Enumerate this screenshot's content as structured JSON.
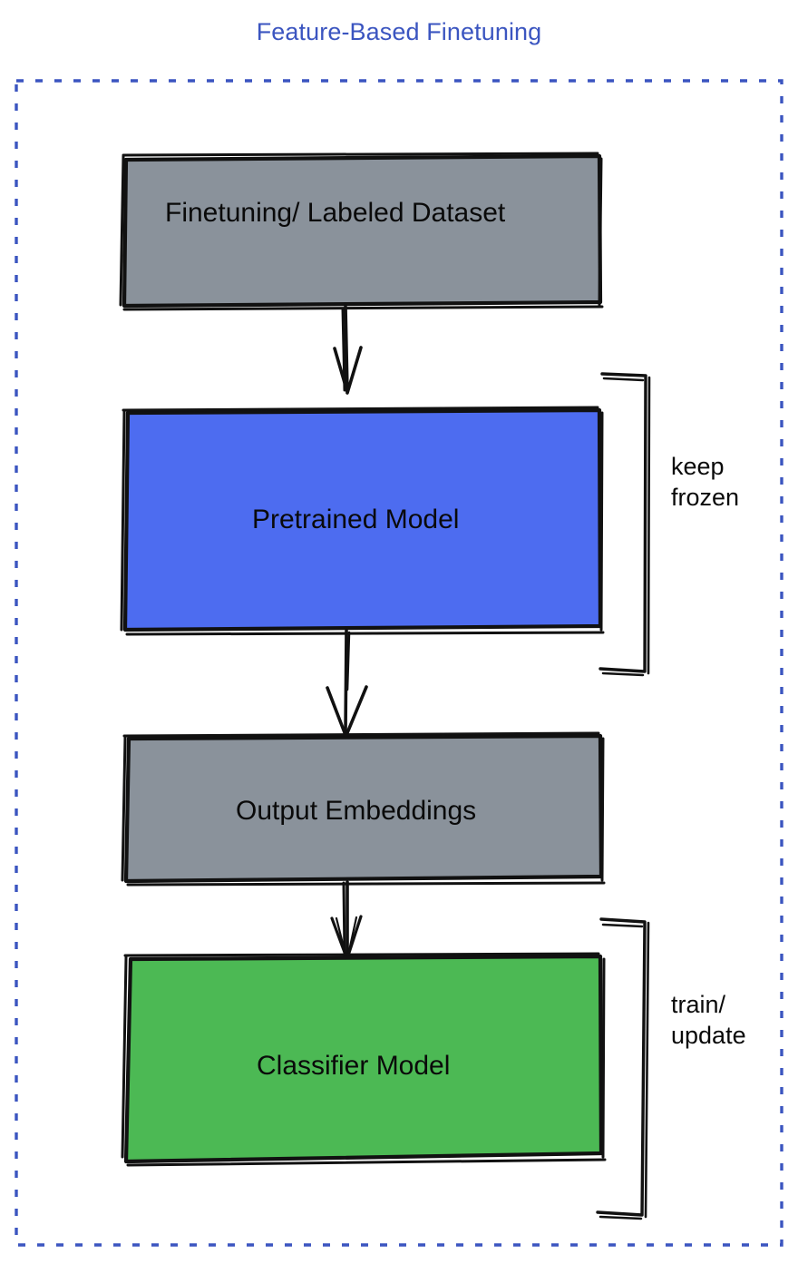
{
  "diagram": {
    "title": "Feature-Based Finetuning",
    "title_color": "#3b55c0",
    "container_border_color": "#3b55c0",
    "background": "#ffffff",
    "nodes": [
      {
        "id": "dataset",
        "label": "Finetuning/ Labeled Dataset",
        "fill": "#8a929b",
        "stroke": "#0a0a0a",
        "text_color": "#0a0a0a"
      },
      {
        "id": "pretrained",
        "label": "Pretrained Model",
        "fill": "#4d6cf0",
        "stroke": "#0a0a0a",
        "text_color": "#0a0a0a"
      },
      {
        "id": "embeddings",
        "label": "Output Embeddings",
        "fill": "#8a929b",
        "stroke": "#0a0a0a",
        "text_color": "#0a0a0a"
      },
      {
        "id": "classifier",
        "label": "Classifier Model",
        "fill": "#4cb954",
        "stroke": "#0a0a0a",
        "text_color": "#0a0a0a"
      }
    ],
    "edges": [
      {
        "id": "dataset-to-pretrained",
        "from": "dataset",
        "to": "pretrained",
        "style": "arrow-down"
      },
      {
        "id": "pretrained-to-embeddings",
        "from": "pretrained",
        "to": "embeddings",
        "style": "arrow-down"
      },
      {
        "id": "embeddings-to-classifier",
        "from": "embeddings",
        "to": "classifier",
        "style": "arrow-down"
      }
    ],
    "annotations": [
      {
        "id": "keep-frozen",
        "line1": "keep",
        "line2": "frozen",
        "target": "pretrained",
        "bracket": true
      },
      {
        "id": "train-update",
        "line1": "train/",
        "line2": "update",
        "target": "classifier",
        "bracket": true
      }
    ]
  }
}
